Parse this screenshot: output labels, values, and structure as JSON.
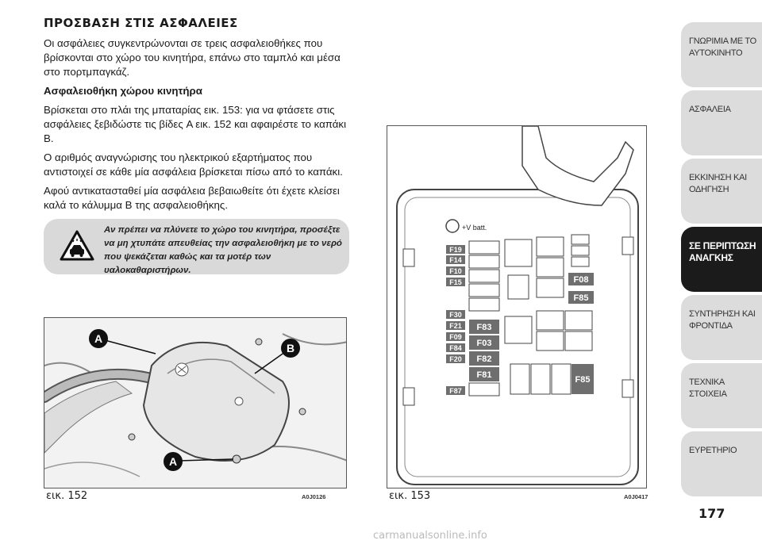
{
  "section_title": "ΠΡΟΣΒΑΣΗ ΣΤΙΣ ΑΣΦΑΛΕΙΕΣ",
  "intro": "Οι ασφάλειες συγκεντρώνονται σε τρεις ασφαλειοθήκες που βρίσκονται στο χώρο του κινητήρα, επάνω στο ταμπλό και μέσα στο πορτμπαγκάζ.",
  "subsection_title": "Ασφαλειοθήκη χώρου κινητήρα",
  "para1": "Βρίσκεται στο πλάι της μπαταρίας εικ. 153: για να φτάσετε στις ασφάλειες ξεβιδώστε τις βίδες A εικ. 152 και αφαιρέστε το καπάκι B.",
  "para2": "Ο αριθμός αναγνώρισης του ηλεκτρικού εξαρτήματος που αντιστοιχεί σε κάθε μία ασφάλεια βρίσκεται πίσω από το καπάκι.",
  "para3": "Αφού αντικατασταθεί μία ασφάλεια βεβαιωθείτε ότι έχετε κλείσει καλά το κάλυμμα B της ασφαλειοθήκης.",
  "warning": {
    "icon": "car-wash-warning-icon",
    "text": "Αν πρέπει να πλύνετε το χώρο του κινητήρα, προσέξτε να μη χτυπάτε απευθείας την ασφαλειοθήκη με το νερό που ψεκάζεται καθώς και τα μοτέρ των υαλοκαθαριστήρων."
  },
  "figure152": {
    "caption": "εικ. 152",
    "code": "A0J0126",
    "label_a": "A",
    "label_b": "B"
  },
  "figure153": {
    "caption": "εικ. 153",
    "code": "A0J0417",
    "batt_label": "+V batt.",
    "left_column": [
      "F19",
      "F14",
      "F10",
      "F15",
      "F30",
      "F21",
      "F09",
      "F84",
      "F20",
      "F87"
    ],
    "center_column": [
      "F83",
      "F03",
      "F82",
      "F81"
    ],
    "right_labels": [
      "F08",
      "F85"
    ],
    "bottom_label": "F85"
  },
  "sidebar": {
    "tabs": [
      {
        "label": "ΓΝΩΡΙΜΙΑ ΜΕ ΤΟ ΑΥΤΟΚΙΝΗΤΟ",
        "active": false
      },
      {
        "label": "ΑΣΦΑΛΕΙΑ",
        "active": false
      },
      {
        "label": "ΕΚΚΙΝΗΣΗ ΚΑΙ ΟΔΗΓΗΣΗ",
        "active": false
      },
      {
        "label": "ΣΕ ΠΕΡΙΠΤΩΣΗ ΑΝΑΓΚΗΣ",
        "active": true
      },
      {
        "label": "ΣΥΝΤΗΡΗΣΗ ΚΑΙ ΦΡΟΝΤΙΔΑ",
        "active": false
      },
      {
        "label": "ΤΕΧΝΙΚΑ ΣΤΟΙΧΕΙΑ",
        "active": false
      },
      {
        "label": "ΕΥΡΕΤΗΡΙΟ",
        "active": false
      }
    ]
  },
  "page_number": "177",
  "watermark": "carmanualsonline.info"
}
